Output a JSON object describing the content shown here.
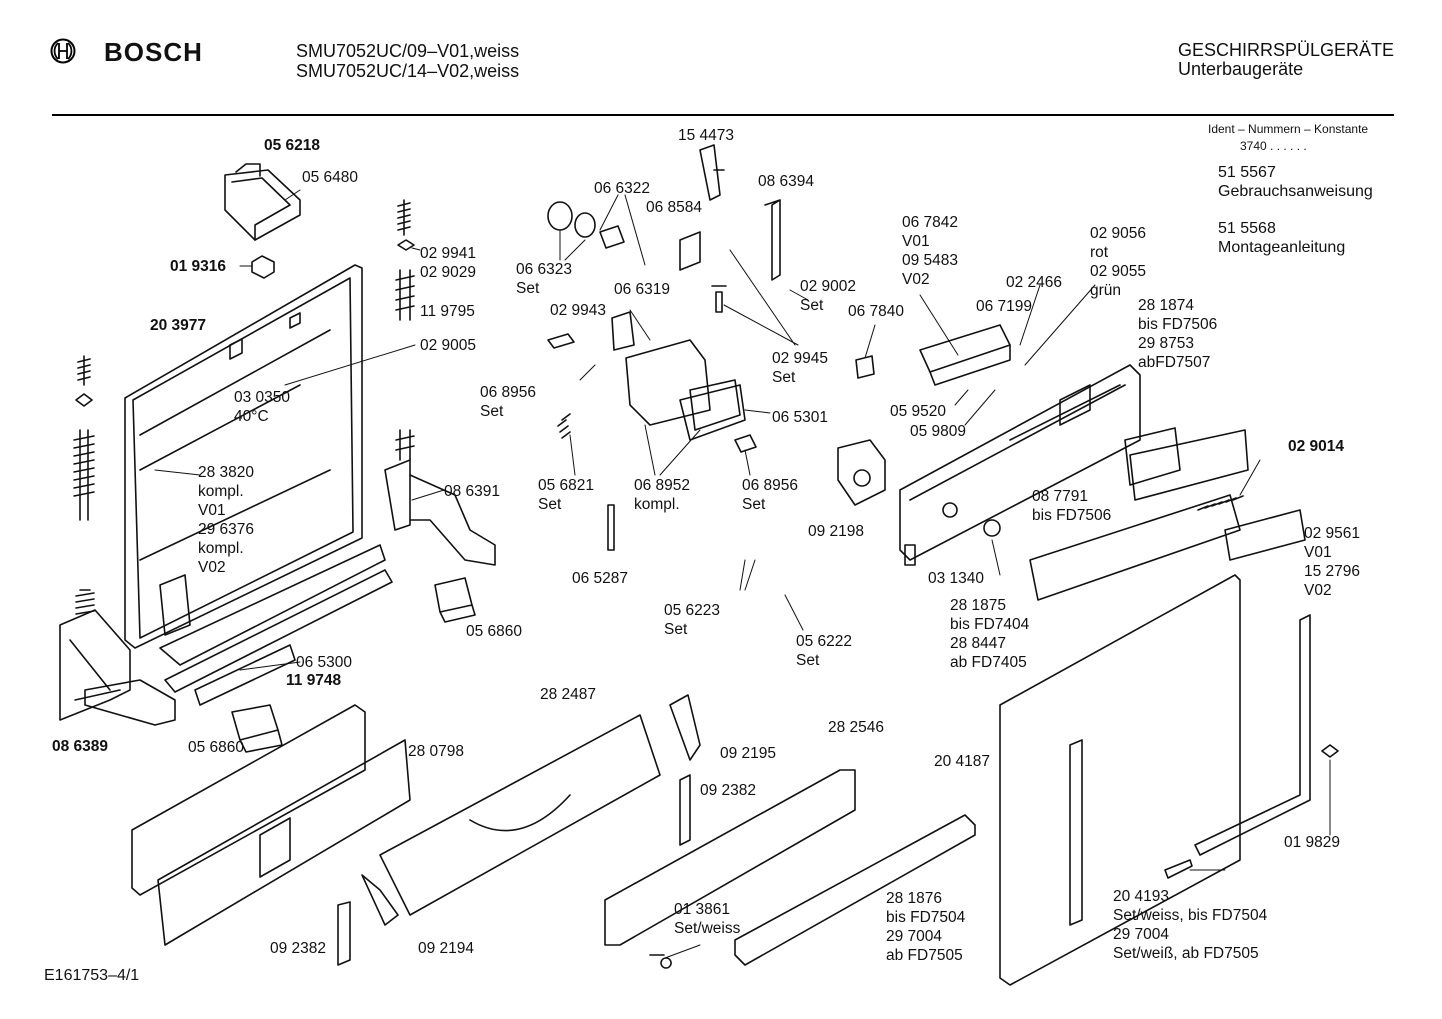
{
  "header": {
    "brand": "BOSCH",
    "model_line1": "SMU7052UC/09–V01,weiss",
    "model_line2": "SMU7052UC/14–V02,weiss",
    "category": "GESCHIRRSPÜLGERÄTE",
    "subcategory": "Unterbaugeräte"
  },
  "sidebar": {
    "ident_title": "Ident – Nummern – Konstante",
    "ident_value": "3740  .  .  .  .  .  .",
    "doc1_number": "51 5567",
    "doc1_name": "Gebrauchsanweisung",
    "doc2_number": "51 5568",
    "doc2_name": "Montageanleitung"
  },
  "footer": {
    "drawing_id": "E161753–4/1"
  },
  "labels": [
    {
      "id": "p056218",
      "lines": [
        "05 6218"
      ],
      "bold": true
    },
    {
      "id": "p056480",
      "lines": [
        "05 6480"
      ]
    },
    {
      "id": "p019316",
      "lines": [
        "01 9316"
      ],
      "bold": true
    },
    {
      "id": "p203977",
      "lines": [
        "20 3977"
      ],
      "bold": true
    },
    {
      "id": "p029941",
      "lines": [
        "02 9941",
        "02 9029"
      ]
    },
    {
      "id": "p119795",
      "lines": [
        "11 9795"
      ]
    },
    {
      "id": "p029005",
      "lines": [
        "02 9005"
      ]
    },
    {
      "id": "p030350",
      "lines": [
        "03 0350",
        "40°C"
      ]
    },
    {
      "id": "p283820",
      "lines": [
        "28 3820",
        "kompl.",
        "V01",
        "29 6376",
        "kompl.",
        "V02"
      ]
    },
    {
      "id": "p086391",
      "lines": [
        "08 6391"
      ]
    },
    {
      "id": "p056860a",
      "lines": [
        "05 6860"
      ]
    },
    {
      "id": "p065300",
      "lines": [
        "06 5300"
      ]
    },
    {
      "id": "p119748",
      "lines": [
        "11 9748"
      ],
      "bold": true
    },
    {
      "id": "p086389",
      "lines": [
        "08 6389"
      ],
      "bold": true
    },
    {
      "id": "p056860b",
      "lines": [
        "05 6860"
      ]
    },
    {
      "id": "p154473",
      "lines": [
        "15 4473"
      ]
    },
    {
      "id": "p066322",
      "lines": [
        "06 6322"
      ]
    },
    {
      "id": "p068584",
      "lines": [
        "06 8584"
      ]
    },
    {
      "id": "p066323",
      "lines": [
        "06 6323",
        "Set"
      ]
    },
    {
      "id": "p066319",
      "lines": [
        "06 6319"
      ]
    },
    {
      "id": "p029943",
      "lines": [
        "02 9943"
      ]
    },
    {
      "id": "p068956a",
      "lines": [
        "06 8956",
        "Set"
      ]
    },
    {
      "id": "p056821",
      "lines": [
        "05 6821",
        "Set"
      ]
    },
    {
      "id": "p068952",
      "lines": [
        "06 8952",
        "kompl."
      ]
    },
    {
      "id": "p068956b",
      "lines": [
        "06 8956",
        "Set"
      ]
    },
    {
      "id": "p065301",
      "lines": [
        "06 5301"
      ]
    },
    {
      "id": "p086394",
      "lines": [
        "08 6394"
      ]
    },
    {
      "id": "p029002",
      "lines": [
        "02 9002",
        "Set"
      ]
    },
    {
      "id": "p029945",
      "lines": [
        "02 9945",
        "Set"
      ]
    },
    {
      "id": "p065287",
      "lines": [
        "06 5287"
      ]
    },
    {
      "id": "p056223",
      "lines": [
        "05 6223",
        "Set"
      ]
    },
    {
      "id": "p056222",
      "lines": [
        "05 6222",
        "Set"
      ]
    },
    {
      "id": "p067842",
      "lines": [
        "06 7842",
        "V01",
        "09 5483",
        "V02"
      ]
    },
    {
      "id": "p067840",
      "lines": [
        "06 7840"
      ]
    },
    {
      "id": "p022466",
      "lines": [
        "02 2466"
      ]
    },
    {
      "id": "p067199",
      "lines": [
        "06 7199"
      ]
    },
    {
      "id": "p029056",
      "lines": [
        "02 9056",
        "rot",
        "02 9055",
        "grün"
      ]
    },
    {
      "id": "p281874",
      "lines": [
        "28 1874",
        "bis FD7506",
        "29 8753",
        "abFD7507"
      ]
    },
    {
      "id": "p059520",
      "lines": [
        "05 9520"
      ]
    },
    {
      "id": "p059809",
      "lines": [
        "05 9809"
      ]
    },
    {
      "id": "p092198",
      "lines": [
        "09 2198"
      ]
    },
    {
      "id": "p029014",
      "lines": [
        "02 9014"
      ],
      "bold": true
    },
    {
      "id": "p087791",
      "lines": [
        "08 7791",
        "bis FD7506"
      ]
    },
    {
      "id": "p029561",
      "lines": [
        "02 9561",
        "V01",
        "15 2796",
        "V02"
      ]
    },
    {
      "id": "p031340",
      "lines": [
        "03 1340"
      ]
    },
    {
      "id": "p281875",
      "lines": [
        "28 1875",
        "bis FD7404",
        "28 8447",
        "ab FD7405"
      ]
    },
    {
      "id": "p280798",
      "lines": [
        "28 0798"
      ]
    },
    {
      "id": "p282487",
      "lines": [
        "28 2487"
      ]
    },
    {
      "id": "p092195",
      "lines": [
        "09 2195"
      ]
    },
    {
      "id": "p092382a",
      "lines": [
        "09 2382"
      ]
    },
    {
      "id": "p282546",
      "lines": [
        "28 2546"
      ]
    },
    {
      "id": "p204187",
      "lines": [
        "20 4187"
      ]
    },
    {
      "id": "p019829",
      "lines": [
        "01 9829"
      ]
    },
    {
      "id": "p092382b",
      "lines": [
        "09 2382"
      ]
    },
    {
      "id": "p092194",
      "lines": [
        "09 2194"
      ]
    },
    {
      "id": "p013861",
      "lines": [
        "01 3861",
        "Set/weiss"
      ]
    },
    {
      "id": "p281876",
      "lines": [
        "28 1876",
        "bis FD7504",
        "29 7004",
        "ab FD7505"
      ]
    },
    {
      "id": "p204193",
      "lines": [
        "20 4193",
        "Set/weiss, bis FD7504",
        "29 7004",
        "Set/weiß, ab FD7505"
      ]
    }
  ]
}
